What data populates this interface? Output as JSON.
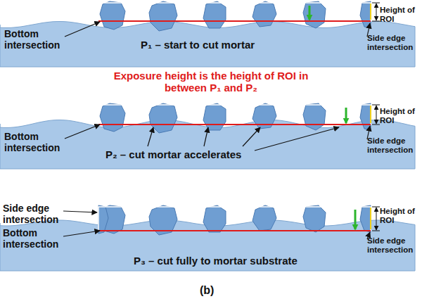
{
  "diagram": {
    "caption": "(b)",
    "labels": [
      "Height of ROI",
      "Bottom intersection",
      "P₁ – start to cut mortar",
      "Side edge intersection",
      "Exposure height is the height of ROI in between P₁ and P₂",
      "Height of ROI",
      "Bottom intersection",
      "Side edge intersection",
      "P₂ – cut mortar accelerates",
      "Side edge intersection",
      "Bottom intersection",
      "Height of ROI",
      "Side edge intersection",
      "P₃ – cut fully to mortar substrate"
    ]
  }
}
